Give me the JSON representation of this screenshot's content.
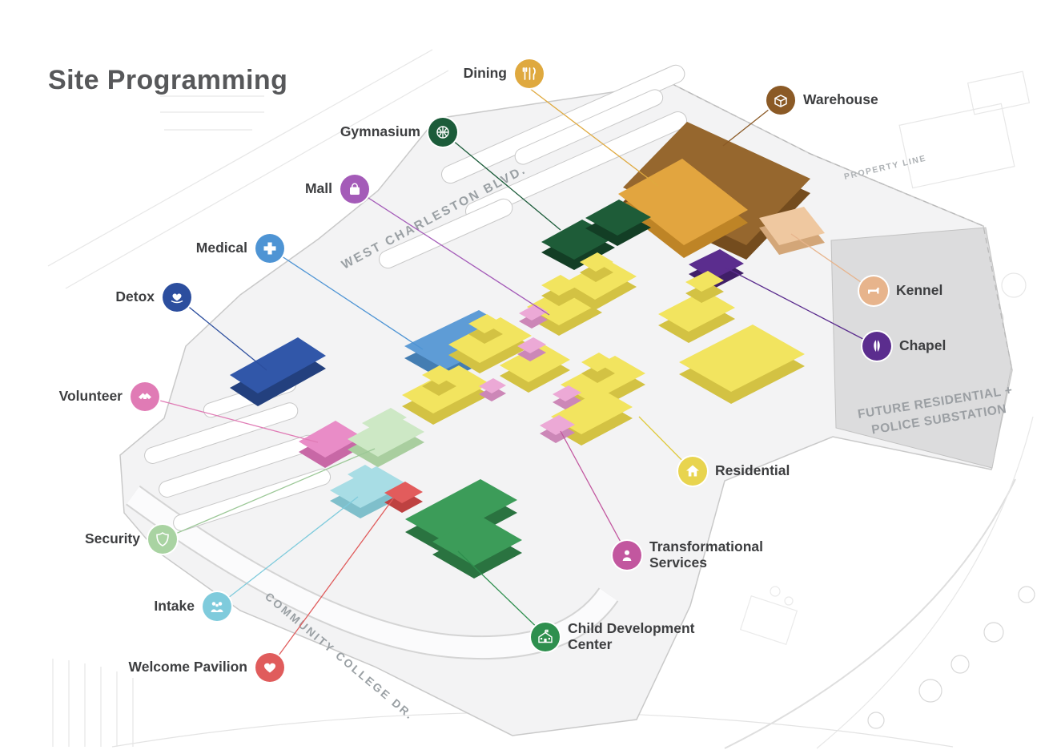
{
  "title": "Site Programming",
  "map": {
    "streets": {
      "west_charleston": "WEST CHARLESTON BLVD.",
      "community_college": "COMMUNITY COLLEGE DR.",
      "property_line": "PROPERTY LINE"
    },
    "areas": {
      "future_line1": "FUTURE RESIDENTIAL +",
      "future_line2": "POLICE SUBSTATION"
    }
  },
  "legend": {
    "items": [
      {
        "id": "dining",
        "label": "Dining",
        "color": "#DFA93F",
        "icon": "utensils-icon"
      },
      {
        "id": "warehouse",
        "label": "Warehouse",
        "color": "#8B5A26",
        "icon": "box-icon"
      },
      {
        "id": "gymnasium",
        "label": "Gymnasium",
        "color": "#1C5C3A",
        "icon": "basketball-icon"
      },
      {
        "id": "mall",
        "label": "Mall",
        "color": "#A45BB8",
        "icon": "shopping-bag-icon"
      },
      {
        "id": "medical",
        "label": "Medical",
        "color": "#4E94D4",
        "icon": "medical-cross-icon"
      },
      {
        "id": "detox",
        "label": "Detox",
        "color": "#2C4E9E",
        "icon": "hands-heart-icon"
      },
      {
        "id": "volunteer",
        "label": "Volunteer",
        "color": "#E07BB5",
        "icon": "handshake-icon"
      },
      {
        "id": "security",
        "label": "Security",
        "color": "#A9D3A2",
        "icon": "shield-icon"
      },
      {
        "id": "intake",
        "label": "Intake",
        "color": "#7FCBDC",
        "icon": "family-icon"
      },
      {
        "id": "welcome_pavilion",
        "label": "Welcome Pavilion",
        "color": "#E05C5C",
        "icon": "heart-icon"
      },
      {
        "id": "kennel",
        "label": "Kennel",
        "color": "#E7B48C",
        "icon": "dog-icon"
      },
      {
        "id": "chapel",
        "label": "Chapel",
        "color": "#5B2D8E",
        "icon": "praying-hands-icon"
      },
      {
        "id": "residential",
        "label": "Residential",
        "color": "#E8D44F",
        "icon": "house-icon"
      },
      {
        "id": "transformational_services",
        "label": "Transformational Services",
        "color": "#C2579F",
        "icon": "person-icon"
      },
      {
        "id": "child_development_center",
        "label": "Child Development Center",
        "color": "#2E8F4E",
        "icon": "school-icon"
      }
    ]
  }
}
